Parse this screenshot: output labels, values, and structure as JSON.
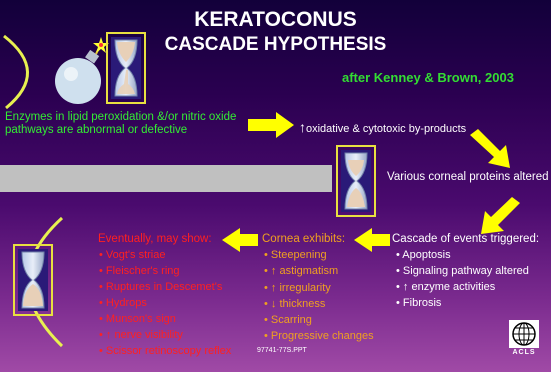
{
  "title": {
    "line1": "KERATOCONUS",
    "line2": "CASCADE HYPOTHESIS"
  },
  "citation": "after Kenney & Brown, 2003",
  "step_enzymes": "Enzymes in lipid peroxidation &/or nitric oxide pathways are abnormal or defective",
  "step_oxidative": {
    "arrow": "↑",
    "text": "oxidative & cytotoxic by-products"
  },
  "step_proteins": "Various corneal proteins altered",
  "cascade": {
    "heading": "Cascade of events triggered:",
    "items": [
      "• Apoptosis",
      "• Signaling pathway altered",
      "• ↑ enzyme activities",
      "• Fibrosis"
    ]
  },
  "cornea": {
    "heading": "Cornea exhibits:",
    "items": [
      "• Steepening",
      "• ↑ astigmatism",
      "• ↑ irregularity",
      "• ↓ thickness",
      "• Scarring",
      "• Progressive changes"
    ]
  },
  "eventually": {
    "heading": "Eventually, may show:",
    "items": [
      "• Vogt's striae",
      "• Fleischer's ring",
      "• Ruptures in Descemet's",
      "• Hydrops",
      "• Munson's sign",
      "• ↑ nerve visibility",
      "• Scissor retinoscopy reflex"
    ]
  },
  "footnote": "97741-77S.PPT",
  "logo_text": "ACLS",
  "colors": {
    "title": "#ffffff",
    "citation": "#33dd33",
    "enzymes": "#33ee33",
    "cornea": "#f0a020",
    "eventually": "#ff2020",
    "arrows": "#ffff00",
    "band": "#c0c0c0"
  },
  "icons": [
    "hourglass-icon",
    "bomb-icon",
    "cornea-arc-icon",
    "globe-logo-icon"
  ]
}
